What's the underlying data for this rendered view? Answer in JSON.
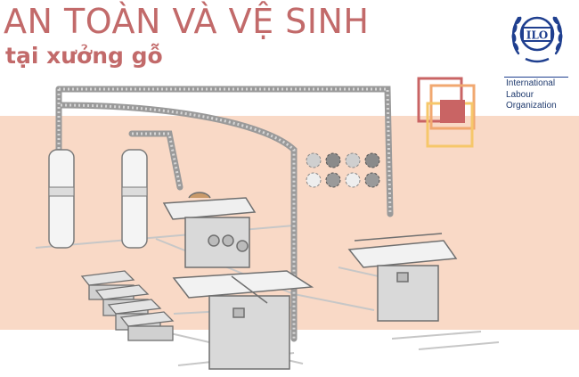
{
  "header": {
    "title": "AN TOÀN VÀ VỆ SINH",
    "subtitle": "tại xưởng gỗ"
  },
  "org": {
    "logo_text": "ILO",
    "name_lines": [
      "International",
      "Labour",
      "Organization"
    ]
  },
  "colors": {
    "title": "#c26a6a",
    "band": "#f9d9c6",
    "logo_blue": "#1f3f8f",
    "square_red": "#c96464",
    "square_orange": "#f1a870",
    "square_yellow": "#f6c76a"
  },
  "icons": [
    "ilo-emblem-icon",
    "saw-blade-icon",
    "dust-collector-bag-icon",
    "table-saw-icon",
    "stacked-lumber-icon"
  ]
}
